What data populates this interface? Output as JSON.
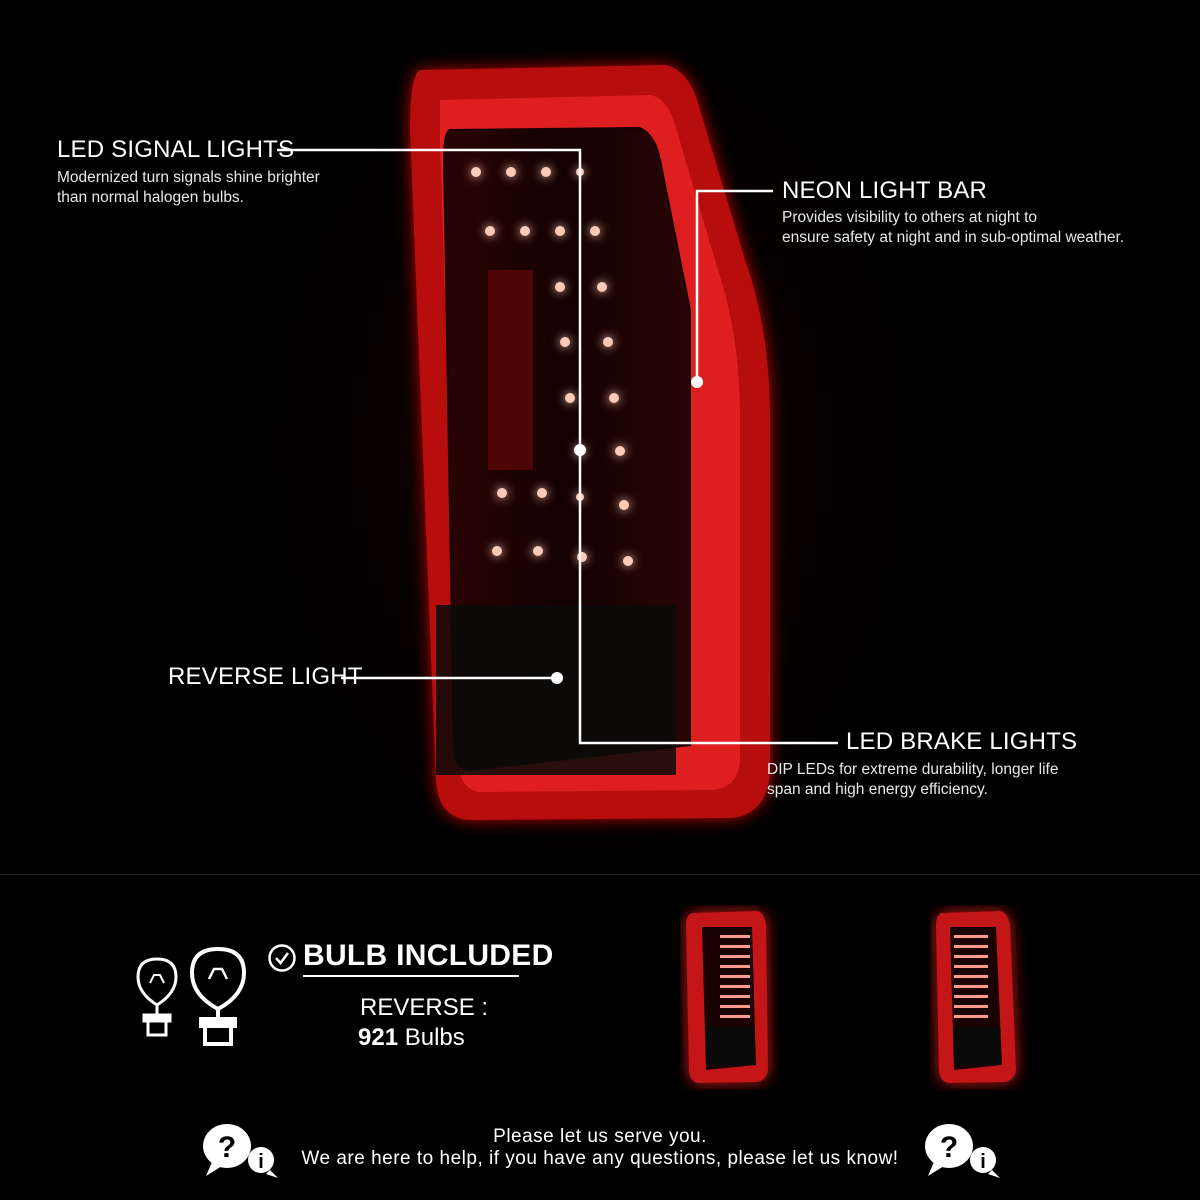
{
  "callouts": {
    "signal": {
      "title": "LED SIGNAL LIGHTS",
      "desc_line1": "Modernized turn signals shine brighter",
      "desc_line2": "than normal halogen bulbs."
    },
    "neon": {
      "title": "NEON LIGHT BAR",
      "desc_line1": "Provides visibility to others at night to",
      "desc_line2": "ensure safety at night and in sub-optimal weather."
    },
    "reverse": {
      "title": "REVERSE LIGHT"
    },
    "brake": {
      "title": "LED BRAKE LIGHTS",
      "desc_line1": "DIP LEDs for extreme durability, longer life",
      "desc_line2": "span and high energy efficiency."
    }
  },
  "bulb_info": {
    "title": "BULB INCLUDED",
    "label": "REVERSE :",
    "count": "921",
    "unit": "Bulbs"
  },
  "footer": {
    "line1": "Please let us serve you.",
    "line2": "We are here to help, if you have any questions, please let us know!"
  },
  "colors": {
    "background": "#000000",
    "neon_red": "#ff2a2a",
    "led_glow": "#ffd0c0"
  },
  "icons": [
    "check-circle-icon",
    "bulb-small-icon",
    "bulb-large-icon",
    "help-info-icon"
  ]
}
